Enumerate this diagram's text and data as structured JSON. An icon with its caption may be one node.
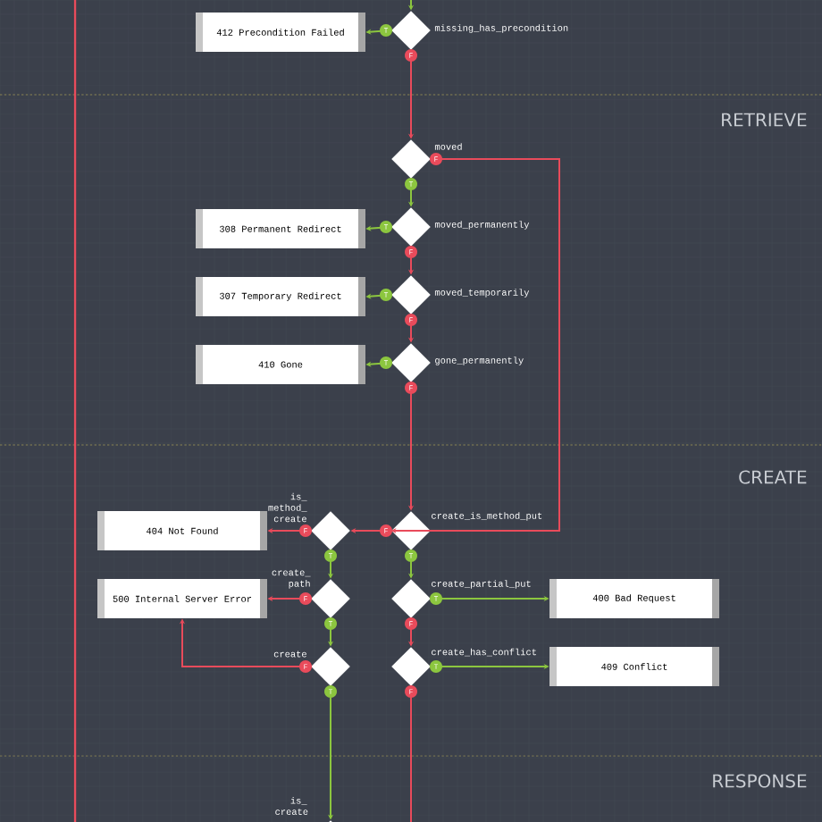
{
  "diagram": {
    "nodes": [
      {
        "text": [
          "412 Precondition Failed"
        ]
      },
      {
        "text": [],
        "shape": "diamond",
        "beside": [
          "missing_has_precondition"
        ]
      },
      {
        "text": [],
        "shape": "diamond",
        "beside": [
          "moved"
        ]
      },
      {
        "text": [
          "308 Permanent Redirect"
        ]
      },
      {
        "text": [],
        "shape": "diamond",
        "beside": [
          "moved_permanently"
        ]
      },
      {
        "text": [
          "307 Temporary Redirect"
        ]
      },
      {
        "text": [],
        "shape": "diamond",
        "beside": [
          "moved_temporarily"
        ]
      },
      {
        "text": [
          "410 Gone"
        ]
      },
      {
        "text": [],
        "shape": "diamond",
        "beside": [
          "gone_permanently"
        ]
      },
      {
        "text": [
          "404 Not Found"
        ]
      },
      {
        "text": [],
        "shape": "diamond",
        "beside": [
          "is_ method_ create"
        ]
      },
      {
        "text": [],
        "shape": "diamond",
        "beside": [
          "create_is_method_put"
        ]
      },
      {
        "text": [
          "500 Internal Server Error"
        ]
      },
      {
        "text": [],
        "shape": "diamond",
        "beside": [
          "create_ path"
        ]
      },
      {
        "text": [],
        "shape": "diamond",
        "beside": [
          "create_partial_put"
        ]
      },
      {
        "text": [
          "400 Bad Request"
        ]
      },
      {
        "text": [],
        "shape": "diamond",
        "beside": [
          "create"
        ]
      },
      {
        "text": [],
        "shape": "diamond",
        "beside": [
          "create_has_conflict"
        ]
      },
      {
        "text": [
          "409 Conflict"
        ]
      },
      {
        "text": [],
        "shape": "diamond",
        "beside": [
          "is_ create"
        ]
      }
    ],
    "edges": [
      {
        "from": null,
        "to": 1,
        "arrow": "to",
        "color": "#8cc63f"
      },
      {
        "from": 1,
        "to": 0,
        "arrow": "to",
        "label": "T",
        "color": "#8cc63f"
      },
      {
        "from": 1,
        "to": 2,
        "arrow": "to",
        "label": "F",
        "color": "#e94b5b"
      },
      {
        "from": 2,
        "to": 11,
        "arrow": "to",
        "label": "F",
        "color": "#e94b5b"
      },
      {
        "from": 2,
        "to": 4,
        "arrow": "to",
        "label": "T",
        "color": "#8cc63f"
      },
      {
        "from": 4,
        "to": 3,
        "arrow": "to",
        "label": "T",
        "color": "#8cc63f"
      },
      {
        "from": 4,
        "to": 6,
        "arrow": "to",
        "label": "F",
        "color": "#e94b5b"
      },
      {
        "from": 6,
        "to": 5,
        "arrow": "to",
        "label": "T",
        "color": "#8cc63f"
      },
      {
        "from": 6,
        "to": 8,
        "arrow": "to",
        "label": "F",
        "color": "#e94b5b"
      },
      {
        "from": 8,
        "to": 7,
        "arrow": "to",
        "label": "T",
        "color": "#8cc63f"
      },
      {
        "from": 8,
        "to": 11,
        "arrow": "to",
        "label": "F",
        "color": "#e94b5b"
      },
      {
        "from": 11,
        "to": 10,
        "arrow": "to",
        "label": "F",
        "color": "#e94b5b"
      },
      {
        "from": 10,
        "to": 9,
        "arrow": "to",
        "label": "F",
        "color": "#e94b5b"
      },
      {
        "from": 10,
        "to": 13,
        "arrow": "to",
        "label": "T",
        "color": "#8cc63f"
      },
      {
        "from": 13,
        "to": 12,
        "arrow": "to",
        "label": "F",
        "color": "#e94b5b"
      },
      {
        "from": 13,
        "to": 16,
        "arrow": "to",
        "label": "T",
        "color": "#8cc63f"
      },
      {
        "from": 16,
        "to": 12,
        "arrow": "to",
        "label": "F",
        "color": "#e94b5b"
      },
      {
        "from": 16,
        "to": 19,
        "arrow": "to",
        "label": "T",
        "color": "#8cc63f"
      },
      {
        "from": 11,
        "to": 14,
        "arrow": "to",
        "label": "T",
        "color": "#8cc63f"
      },
      {
        "from": 14,
        "to": 15,
        "arrow": "to",
        "label": "T",
        "color": "#8cc63f"
      },
      {
        "from": 14,
        "to": 17,
        "arrow": "to",
        "label": "F",
        "color": "#e94b5b"
      },
      {
        "from": 17,
        "to": 18,
        "arrow": "to",
        "label": "T",
        "color": "#8cc63f"
      },
      {
        "from": 17,
        "to": null,
        "arrow": "none",
        "label": "F",
        "color": "#e94b5b"
      }
    ],
    "labels": [
      "RETRIEVE",
      "CREATE",
      "RESPONSE"
    ]
  }
}
